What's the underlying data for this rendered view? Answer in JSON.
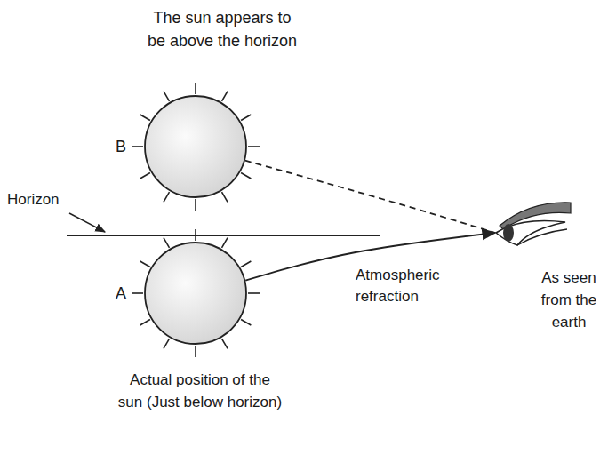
{
  "diagram": {
    "nodes": [
      {
        "text": [
          "The sun appears to be above the horizon",
          "B"
        ]
      },
      {
        "text": [
          "A",
          "Actual position of the sun (Just below horizon)"
        ]
      },
      {
        "text": [
          "As seen from the earth"
        ]
      }
    ],
    "edges": [
      {
        "from": 0,
        "to": 2,
        "arrow": "none"
      },
      {
        "from": 1,
        "to": 2,
        "label": "Atmospheric refraction",
        "arrow": "to"
      }
    ],
    "labels": [
      "Horizon"
    ]
  }
}
